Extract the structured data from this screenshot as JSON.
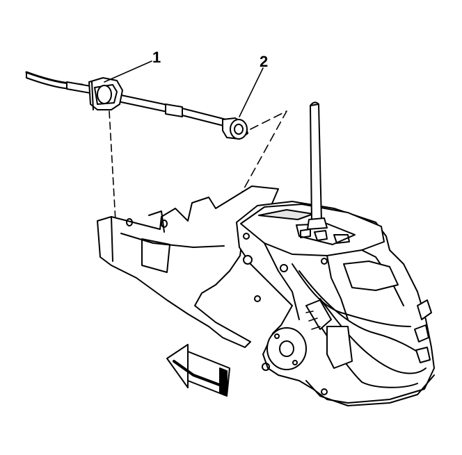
{
  "callouts": [
    {
      "id": "callout-1",
      "text": "1"
    },
    {
      "id": "callout-2",
      "text": "2"
    }
  ],
  "colors": {
    "ink": "#000000",
    "paper": "#ffffff",
    "fill_light": "#ffffff",
    "shade": "#e6e6e6"
  },
  "illustration": {
    "subject": "shift-cable-and-floor-shifter-assembly",
    "direction_arrow": "arrow-left-icon"
  }
}
